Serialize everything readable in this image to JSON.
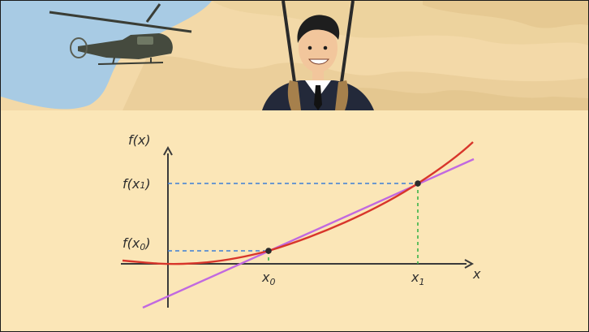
{
  "scene": {
    "background": "#fbe6b7",
    "map_color": "#efd3a0",
    "water_color": "#a8cbe4",
    "curve_color": "#d8362b",
    "secant_color": "#c169e0",
    "guide_color": "#3d7fd6",
    "drop_color": "#3ab54a",
    "axis_color": "#3a3a3a"
  },
  "graph": {
    "y_axis_label": "f(x)",
    "x_axis_label": "x",
    "y_tick_x1": {
      "main": "f(x",
      "sub": "1",
      "close": ")"
    },
    "y_tick_x0": {
      "main": "f(x",
      "sub": "0",
      "close": ")"
    },
    "x_tick_x0": {
      "main": "x",
      "sub": "0"
    },
    "x_tick_x1": {
      "main": "x",
      "sub": "1"
    }
  },
  "icons": [
    "helicopter-icon",
    "parachutist-icon"
  ]
}
